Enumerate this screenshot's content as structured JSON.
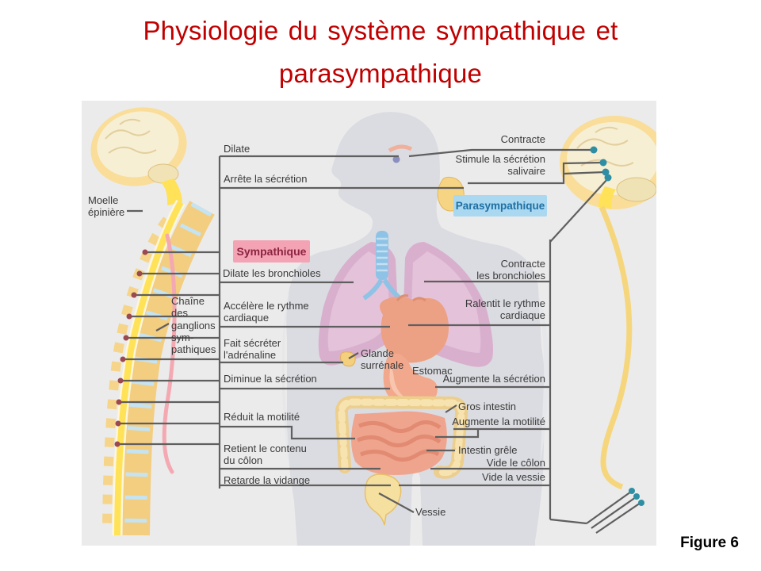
{
  "title": {
    "line1": "Physiologie du système sympathique et",
    "line2": "parasympathique"
  },
  "caption": "Figure 6",
  "badges": {
    "sympathique": "Sympathique",
    "parasympathique": "Parasympathique"
  },
  "left_labels": {
    "dilate": "Dilate",
    "arrete_secretion": "Arrête la sécrétion",
    "dilate_bronchioles": "Dilate les bronchioles",
    "accelere_rythme": "Accélère le rythme\ncardiaque",
    "fait_secreter": "Fait sécréter\nl'adrénaline",
    "diminue_secretion": "Diminue la sécrétion",
    "reduit_motilite": "Réduit la motilité",
    "retient_contenu": "Retient le contenu\ndu côlon",
    "retarde_vidange": "Retarde la vidange"
  },
  "right_labels": {
    "contracte": "Contracte",
    "stimule_secretion": "Stimule la sécrétion\nsalivaire",
    "contracte_bronchioles": "Contracte\nles bronchioles",
    "ralentit_rythme": "Ralentit le rythme\ncardiaque",
    "augmente_secretion": "Augmente la sécrétion",
    "augmente_motilite": "Augmente la motilité",
    "vide_colon": "Vide le côlon",
    "vide_vessie": "Vide la vessie"
  },
  "anatomy_labels": {
    "moelle_epiniere": "Moelle\népinière",
    "chaine_ganglions": "Chaîne\ndes\nganglions\nsym-\npathiques",
    "glande_surrenale": "Glande\nsurrénale",
    "estomac": "Estomac",
    "gros_intestin": "Gros intestin",
    "intestin_grele": "Intestin grêle",
    "vessie": "Vessie"
  },
  "colors": {
    "title_color": "#c00000",
    "panel_bg": "#ebebeb",
    "symp_bg": "#f4a3b4",
    "symp_text": "#8d2440",
    "para_bg": "#a9d8f0",
    "para_text": "#1f6fa3",
    "line_color": "#5f5f5f",
    "nerve_yellow": "#f6d67c",
    "terminal_teal": "#2e8fa4",
    "ganglion_red": "#9a4950"
  }
}
